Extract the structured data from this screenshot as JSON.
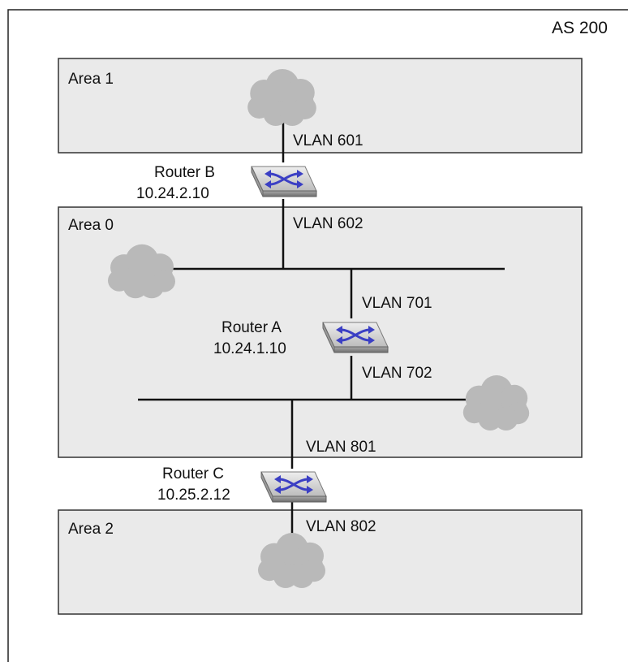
{
  "diagram": {
    "as_label": "AS 200",
    "areas": [
      {
        "id": "area1",
        "label": "Area 1"
      },
      {
        "id": "area0",
        "label": "Area 0"
      },
      {
        "id": "area2",
        "label": "Area 2"
      }
    ],
    "routers": [
      {
        "id": "router_b",
        "name": "Router B",
        "ip": "10.24.2.10"
      },
      {
        "id": "router_a",
        "name": "Router A",
        "ip": "10.24.1.10"
      },
      {
        "id": "router_c",
        "name": "Router C",
        "ip": "10.25.2.12"
      }
    ],
    "vlans": [
      "VLAN 601",
      "VLAN 602",
      "VLAN 701",
      "VLAN 702",
      "VLAN 801",
      "VLAN 802"
    ],
    "colors": {
      "area_fill": "#eaeaea",
      "area_border": "#333333",
      "cloud": "#b9b9b9",
      "router_top": "#d6d6d6",
      "router_side": "#8f8f8f",
      "arrow": "#3b3fc4",
      "line": "#111111"
    }
  }
}
